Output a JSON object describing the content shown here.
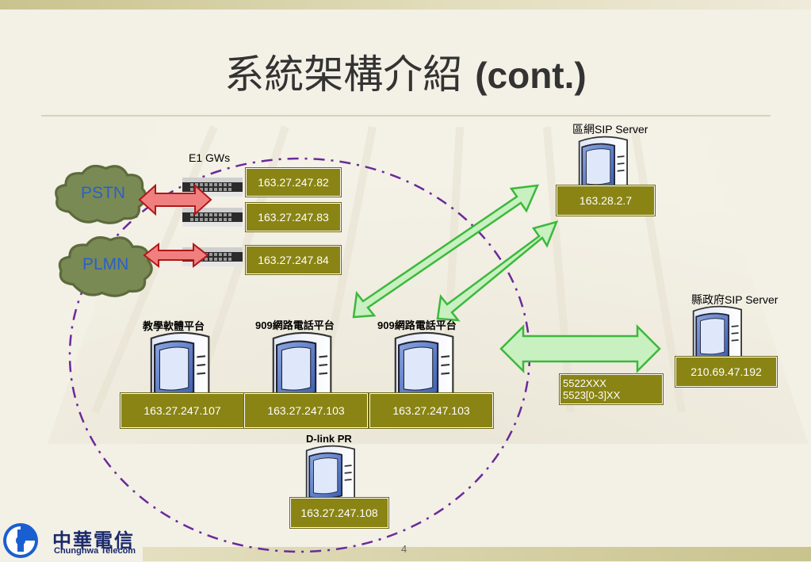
{
  "title": {
    "main": "系統架構介紹",
    "suffix": "(cont.)"
  },
  "page_number": "4",
  "logo": {
    "chinese": "中華電信",
    "english": "Chunghwa Telecom"
  },
  "clouds": [
    {
      "label": "PSTN"
    },
    {
      "label": "PLMN"
    }
  ],
  "gateways": {
    "label": "E1 GWs",
    "ips": [
      "163.27.247.82",
      "163.27.247.83",
      "163.27.247.84"
    ]
  },
  "servers": {
    "teaching": {
      "label": "教學軟體平台",
      "ip": "163.27.247.107"
    },
    "phone1": {
      "label": "909網路電話平台",
      "ip": "163.27.247.103"
    },
    "phone2": {
      "label": "909網路電話平台",
      "ip": "163.27.247.103"
    },
    "dlink": {
      "label": "D-link PR",
      "ip": "163.27.247.108"
    },
    "regional": {
      "label": "區網SIP Server",
      "ip": "163.28.2.7"
    },
    "county": {
      "label": "縣政府SIP Server",
      "ip": "210.69.47.192"
    }
  },
  "dial_plan": {
    "line1": "5522XXX",
    "line2": "5523[0-3]XX"
  },
  "colors": {
    "ip_box": "#8a8414",
    "arrow_green": "#3cb83c",
    "arrow_red": "#d42020",
    "boundary": "#6a2a9a",
    "cloud": "#7a8a55"
  }
}
